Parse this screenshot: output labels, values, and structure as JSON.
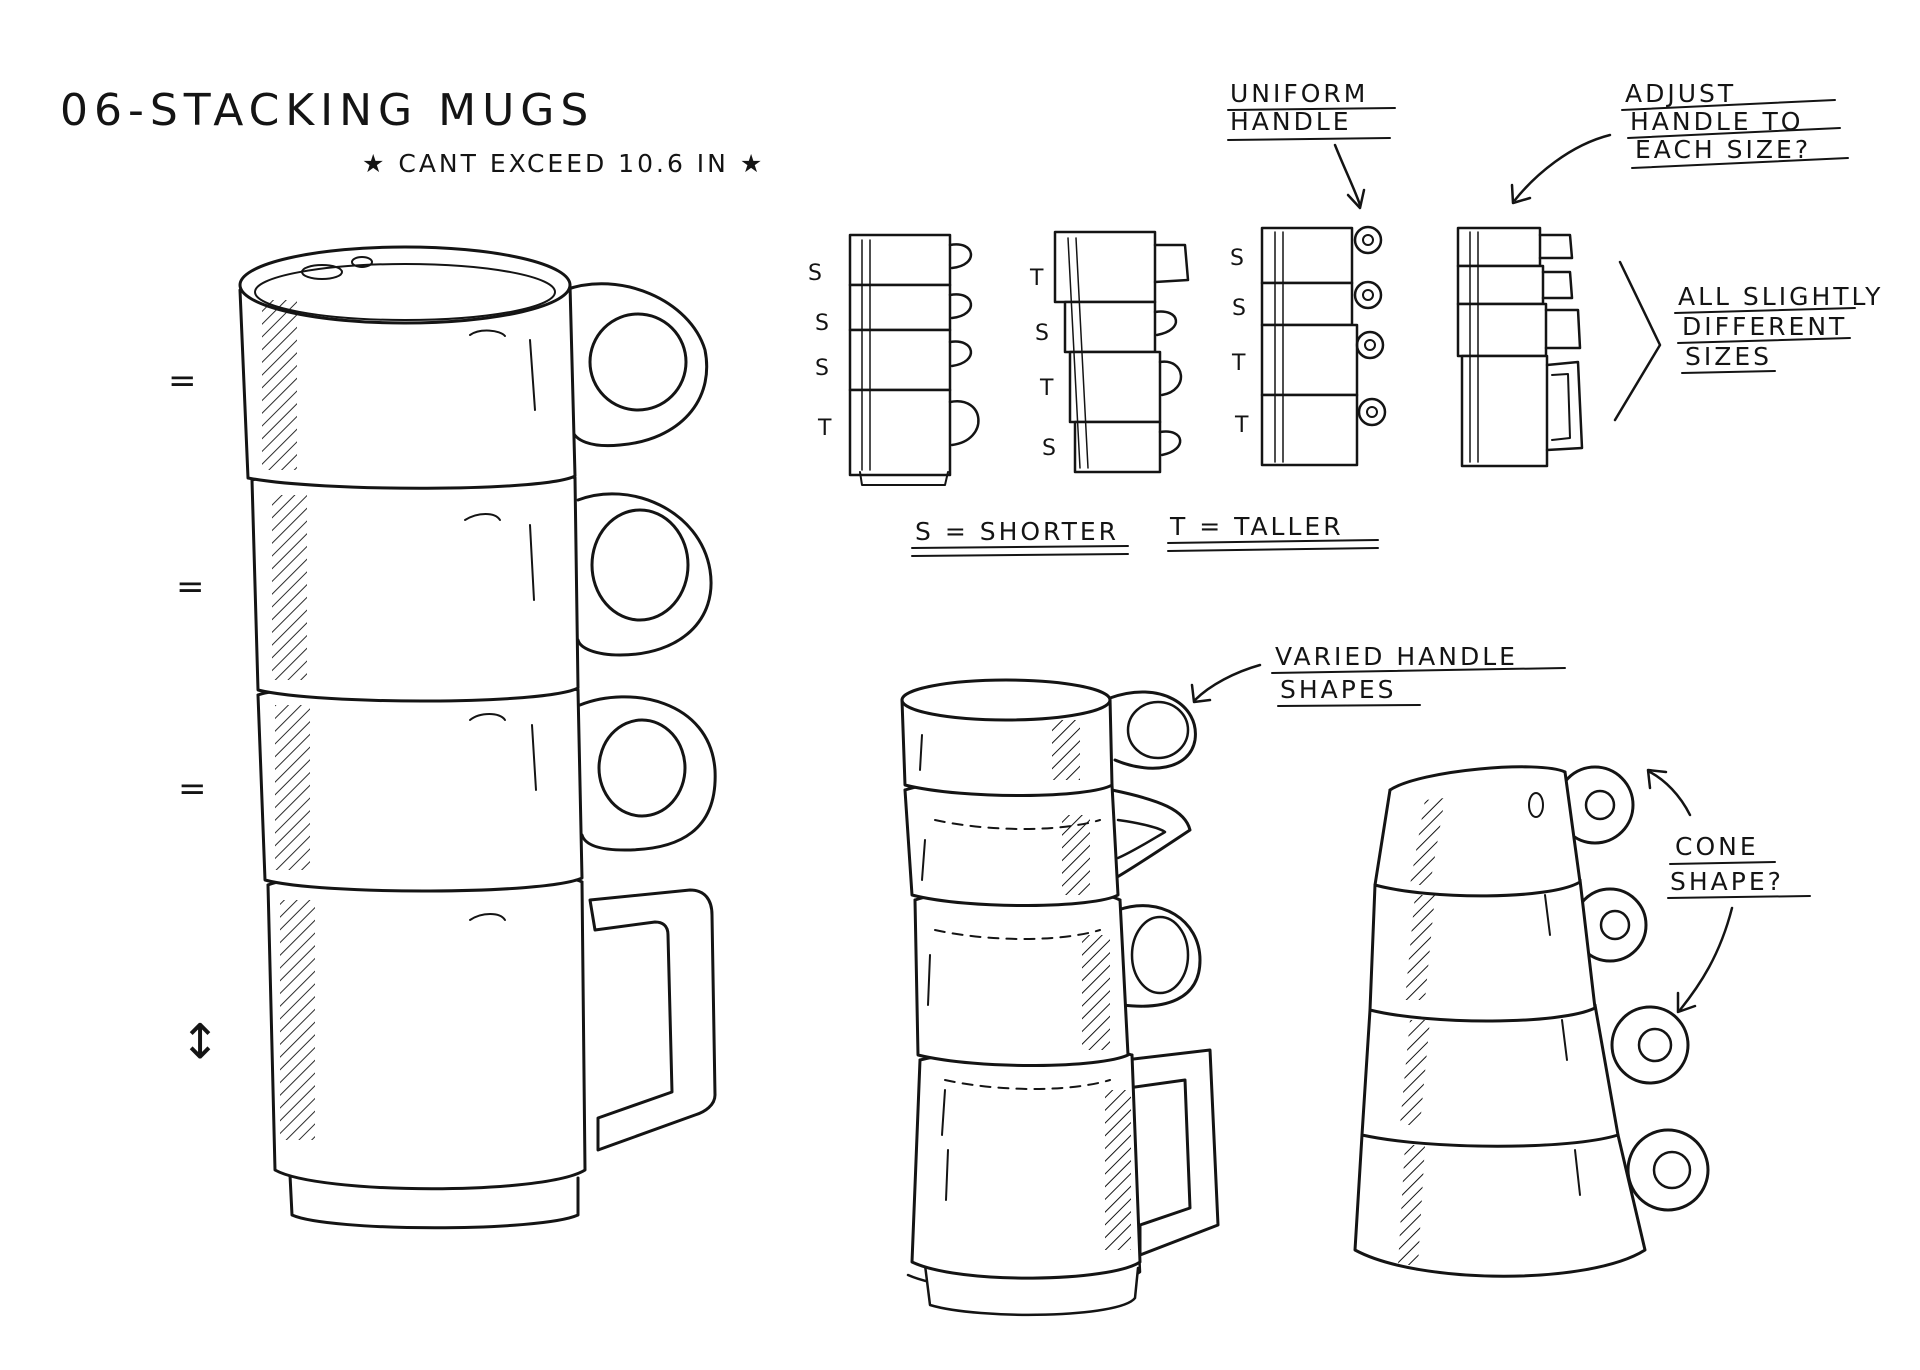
{
  "sketch": {
    "title": "06-STACKING MUGS",
    "constraint": "★ CANT EXCEED 10.6 IN ★",
    "notes": {
      "uniform_handle_line1": "UNIFORM",
      "uniform_handle_line2": "HANDLE",
      "adjust_handle_line1": "ADJUST",
      "adjust_handle_line2": "HANDLE TO",
      "adjust_handle_line3": "EACH SIZE?",
      "slightly_different_line1": "ALL SLIGHTLY",
      "slightly_different_line2": "DIFFERENT",
      "slightly_different_line3": "SIZES",
      "legend_shorter": "S = SHORTER",
      "legend_taller": "T = TALLER",
      "varied_handle_line1": "VARIED HANDLE",
      "varied_handle_line2": "SHAPES",
      "cone_line1": "CONE",
      "cone_line2": "SHAPE?"
    },
    "main_stack_marks": [
      "=",
      "=",
      "=",
      "↕"
    ],
    "stack_variants": [
      {
        "labels": [
          "S",
          "S",
          "S",
          "T"
        ]
      },
      {
        "labels": [
          "T",
          "S",
          "T",
          "S"
        ]
      },
      {
        "labels": [
          "S",
          "S",
          "T",
          "T"
        ]
      },
      {
        "labels": [
          "",
          "",
          "",
          ""
        ]
      }
    ]
  }
}
